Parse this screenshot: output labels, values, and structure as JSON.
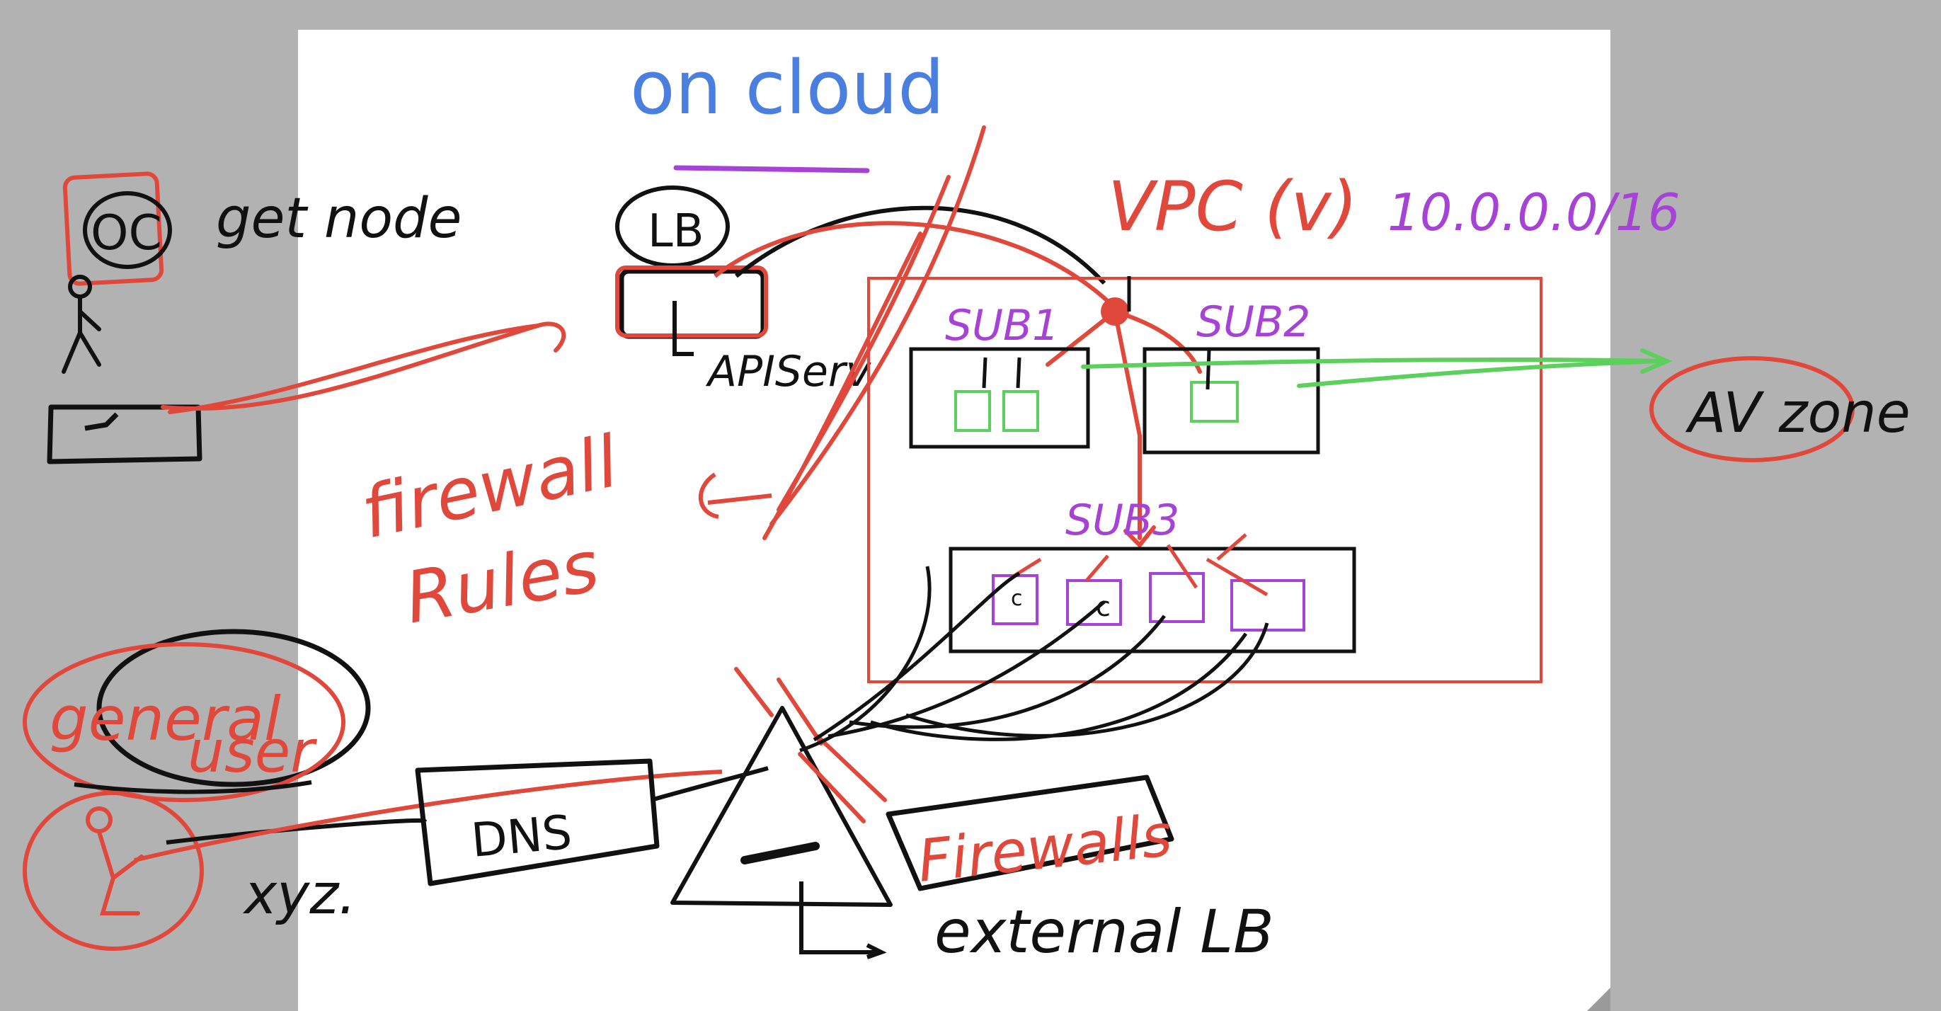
{
  "colors": {
    "background": "#b2b2b2",
    "page": "#ffffff",
    "ink_black": "#111111",
    "ink_red": "#e0483c",
    "ink_blue": "#4a7fe0",
    "ink_purple": "#a642d6",
    "ink_green": "#5cd05c"
  },
  "labels": {
    "cloud_title": "on cloud",
    "oc": "OC",
    "get_node": "get node",
    "lb": "LB",
    "api_server": "APIServ",
    "vpc": "VPC (v)",
    "cidr": "10.0.0.0/16",
    "sub1": "SUB1",
    "sub2": "SUB2",
    "sub3": "SUB3",
    "av_zone": "AV zone",
    "firewall_rules_line1": "firewall",
    "firewall_rules_line2": "Rules",
    "general_user_line1": "general",
    "general_user_line2": "user",
    "dns": "DNS",
    "domain": "xyz.",
    "firewalls": "Firewalls",
    "external_lb": "external LB",
    "pod_c1": "c",
    "pod_c2": "c",
    "c_label": "C"
  },
  "icons": {
    "user": "stick-figure-icon",
    "laptop": "laptop-icon",
    "load_balancer": "triangle-lb-icon"
  }
}
